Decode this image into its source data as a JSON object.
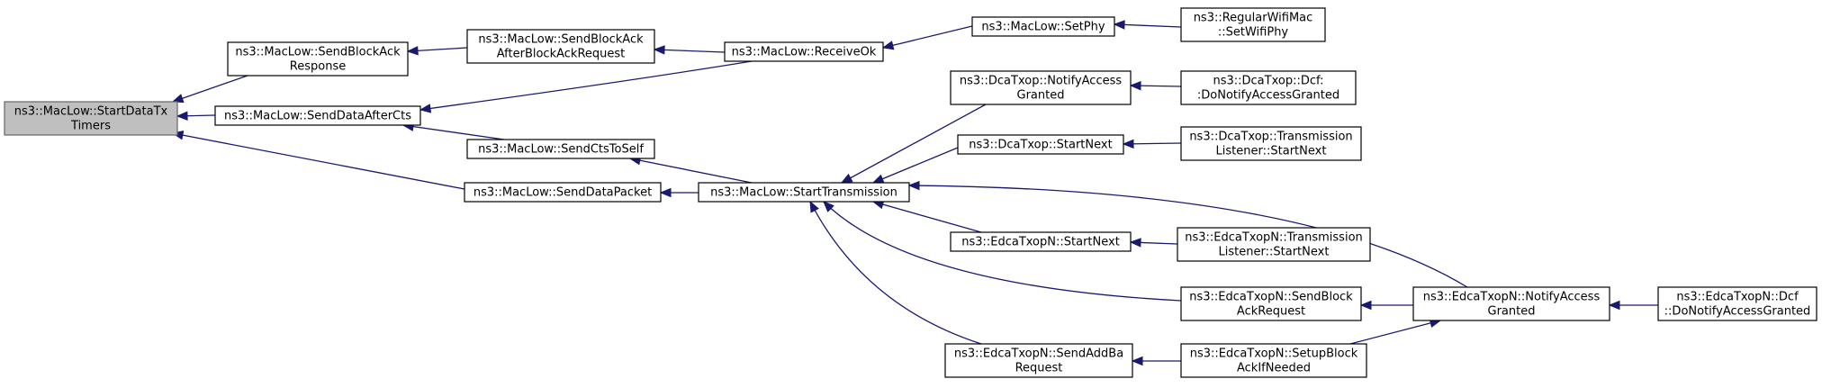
{
  "graph": {
    "edge_color": "#191970",
    "root_fill": "#bfbfbf",
    "nodes": [
      {
        "id": "n0",
        "lines": [
          "ns3::MacLow::StartDataTx",
          "Timers"
        ],
        "root": true
      },
      {
        "id": "n1",
        "lines": [
          "ns3::MacLow::SendBlockAck",
          "Response"
        ]
      },
      {
        "id": "n2",
        "lines": [
          "ns3::MacLow::SendDataAfterCts"
        ]
      },
      {
        "id": "n3",
        "lines": [
          "ns3::MacLow::SendDataPacket"
        ]
      },
      {
        "id": "n4",
        "lines": [
          "ns3::MacLow::SendBlockAck",
          "AfterBlockAckRequest"
        ]
      },
      {
        "id": "n5",
        "lines": [
          "ns3::MacLow::ReceiveOk"
        ]
      },
      {
        "id": "n6",
        "lines": [
          "ns3::MacLow::SendCtsToSelf"
        ]
      },
      {
        "id": "n7",
        "lines": [
          "ns3::MacLow::StartTransmission"
        ]
      },
      {
        "id": "n8",
        "lines": [
          "ns3::MacLow::SetPhy"
        ]
      },
      {
        "id": "n9",
        "lines": [
          "ns3::RegularWifiMac",
          "::SetWifiPhy"
        ]
      },
      {
        "id": "n10",
        "lines": [
          "ns3::DcaTxop::NotifyAccess",
          "Granted"
        ]
      },
      {
        "id": "n11",
        "lines": [
          "ns3::DcaTxop::Dcf:",
          ":DoNotifyAccessGranted"
        ]
      },
      {
        "id": "n12",
        "lines": [
          "ns3::DcaTxop::StartNext"
        ]
      },
      {
        "id": "n13",
        "lines": [
          "ns3::DcaTxop::Transmission",
          "Listener::StartNext"
        ]
      },
      {
        "id": "n14",
        "lines": [
          "ns3::EdcaTxopN::StartNext"
        ]
      },
      {
        "id": "n15",
        "lines": [
          "ns3::EdcaTxopN::Transmission",
          "Listener::StartNext"
        ]
      },
      {
        "id": "n16",
        "lines": [
          "ns3::EdcaTxopN::SendBlock",
          "AckRequest"
        ]
      },
      {
        "id": "n17",
        "lines": [
          "ns3::EdcaTxopN::NotifyAccess",
          "Granted"
        ]
      },
      {
        "id": "n18",
        "lines": [
          "ns3::EdcaTxopN::Dcf",
          "::DoNotifyAccessGranted"
        ]
      },
      {
        "id": "n19",
        "lines": [
          "ns3::EdcaTxopN::SendAddBa",
          "Request"
        ]
      },
      {
        "id": "n20",
        "lines": [
          "ns3::EdcaTxopN::SetupBlock",
          "AckIfNeeded"
        ]
      }
    ],
    "edges": [
      {
        "from": "n1",
        "to": "n0"
      },
      {
        "from": "n2",
        "to": "n0"
      },
      {
        "from": "n3",
        "to": "n0"
      },
      {
        "from": "n4",
        "to": "n1"
      },
      {
        "from": "n5",
        "to": "n4"
      },
      {
        "from": "n5",
        "to": "n2"
      },
      {
        "from": "n6",
        "to": "n2"
      },
      {
        "from": "n7",
        "to": "n6"
      },
      {
        "from": "n7",
        "to": "n3"
      },
      {
        "from": "n8",
        "to": "n5"
      },
      {
        "from": "n9",
        "to": "n8"
      },
      {
        "from": "n10",
        "to": "n7"
      },
      {
        "from": "n12",
        "to": "n7"
      },
      {
        "from": "n14",
        "to": "n7"
      },
      {
        "from": "n16",
        "to": "n7"
      },
      {
        "from": "n17",
        "to": "n7"
      },
      {
        "from": "n19",
        "to": "n7"
      },
      {
        "from": "n11",
        "to": "n10"
      },
      {
        "from": "n13",
        "to": "n12"
      },
      {
        "from": "n15",
        "to": "n14"
      },
      {
        "from": "n17",
        "to": "n16"
      },
      {
        "from": "n20",
        "to": "n17"
      },
      {
        "from": "n18",
        "to": "n17"
      },
      {
        "from": "n20",
        "to": "n19"
      }
    ]
  }
}
